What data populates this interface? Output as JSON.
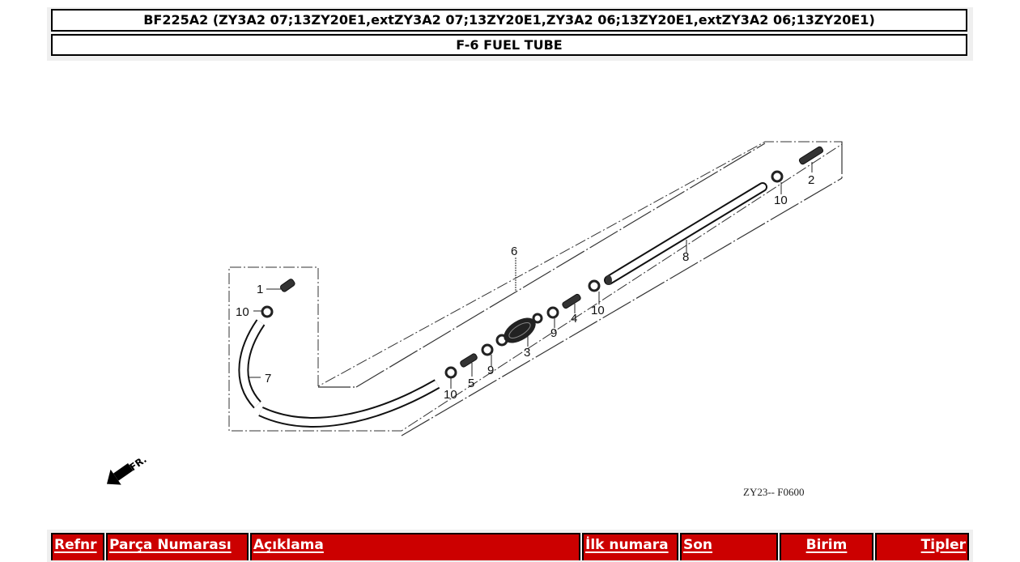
{
  "header": {
    "model_title": "BF225A2 (ZY3A2 07;13ZY20E1,extZY3A2 07;13ZY20E1,ZY3A2 06;13ZY20E1,extZY3A2 06;13ZY20E1)",
    "section_title": "F-6 FUEL TUBE"
  },
  "diagram": {
    "callouts": {
      "c1": "1",
      "c2": "2",
      "c3": "3",
      "c4": "4",
      "c5": "5",
      "c6": "6",
      "c7": "7",
      "c8": "8",
      "c9a": "9",
      "c9b": "9",
      "c10a": "10",
      "c10b": "10",
      "c10c": "10",
      "c10d": "10"
    },
    "front_indicator": "FR.",
    "reference_code": "ZY23-- F0600"
  },
  "parts_table": {
    "columns": [
      {
        "label": "Refnr",
        "align": "left"
      },
      {
        "label": "Parça Numarası",
        "align": "left"
      },
      {
        "label": "Açıklama",
        "align": "left"
      },
      {
        "label": "İlk numara",
        "align": "left"
      },
      {
        "label": "Son",
        "align": "left"
      },
      {
        "label": "Birim",
        "align": "center"
      },
      {
        "label": "Tipler",
        "align": "right"
      }
    ],
    "header_color": "#cc0000"
  }
}
